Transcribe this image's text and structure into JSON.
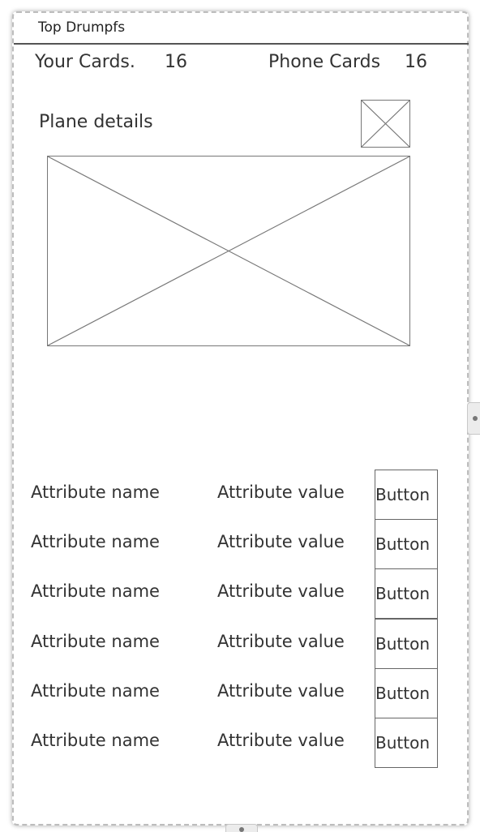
{
  "app": {
    "title": "Top Drumpfs"
  },
  "score": {
    "your_cards_label": "Your Cards.",
    "your_cards_count": "16",
    "phone_cards_label": "Phone Cards",
    "phone_cards_count": "16"
  },
  "card": {
    "details_label": "Plane details"
  },
  "attributes": [
    {
      "name": "Attribute name",
      "value": "Attribute value",
      "button": "Button"
    },
    {
      "name": "Attribute name",
      "value": "Attribute value",
      "button": "Button"
    },
    {
      "name": "Attribute name",
      "value": "Attribute value",
      "button": "Button"
    },
    {
      "name": "Attribute name",
      "value": "Attribute value",
      "button": "Button"
    },
    {
      "name": "Attribute name",
      "value": "Attribute value",
      "button": "Button"
    },
    {
      "name": "Attribute name",
      "value": "Attribute value",
      "button": "Button"
    }
  ],
  "colors": {
    "frame_border": "#bdbdbd",
    "sketch_line": "#777777",
    "text": "#333333"
  }
}
